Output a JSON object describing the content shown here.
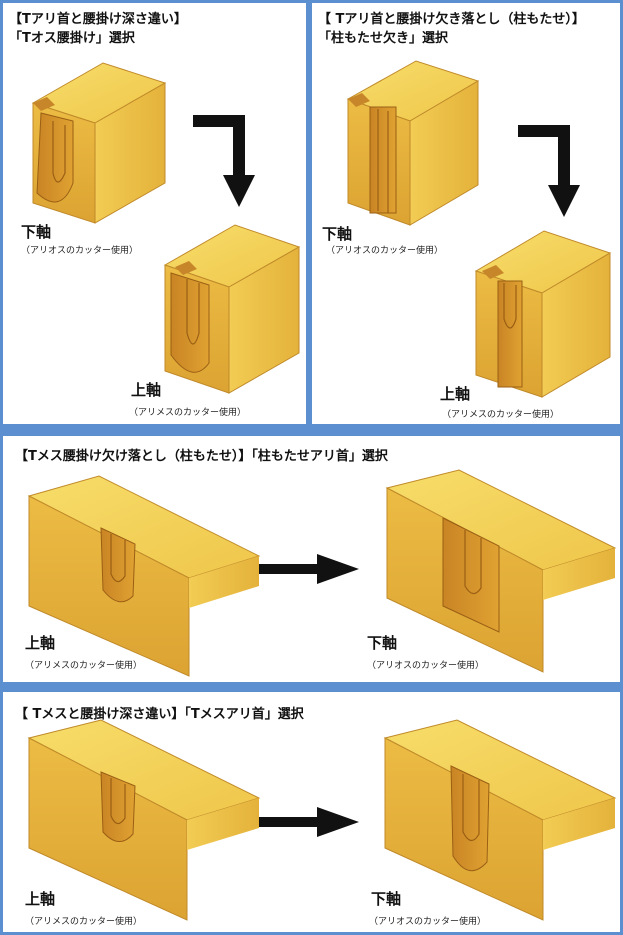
{
  "colors": {
    "background": "#5b8fd0",
    "wood_top": "#f4d25a",
    "wood_front": "#e8b43c",
    "wood_side": "#d99a2a",
    "wood_dark": "#b8731a",
    "arrow": "#111111"
  },
  "panels": [
    {
      "title_line1": "【Tアリ首と腰掛け深さ違い】",
      "title_line2": "「Tオス腰掛け」選択",
      "first": {
        "axis": "下軸",
        "note": "（アリオスのカッター使用）"
      },
      "second": {
        "axis": "上軸",
        "note": "（アリメスのカッター使用）"
      }
    },
    {
      "title_line1": "【 Tアリ首と腰掛け欠き落とし（柱もたせ）】",
      "title_line2": "「柱もたせ欠き」選択",
      "first": {
        "axis": "下軸",
        "note": "（アリオスのカッター使用）"
      },
      "second": {
        "axis": "上軸",
        "note": "（アリメスのカッター使用）"
      }
    },
    {
      "title_line1": "【Tメス腰掛け欠け落とし（柱もたせ）】「柱もたせアリ首」選択",
      "first": {
        "axis": "上軸",
        "note": "（アリメスのカッター使用）"
      },
      "second": {
        "axis": "下軸",
        "note": "（アリオスのカッター使用）"
      }
    },
    {
      "title_line1": "【 Tメスと腰掛け深さ違い】「Tメスアリ首」選択",
      "first": {
        "axis": "上軸",
        "note": "（アリメスのカッター使用）"
      },
      "second": {
        "axis": "下軸",
        "note": "（アリオスのカッター使用）"
      }
    }
  ]
}
